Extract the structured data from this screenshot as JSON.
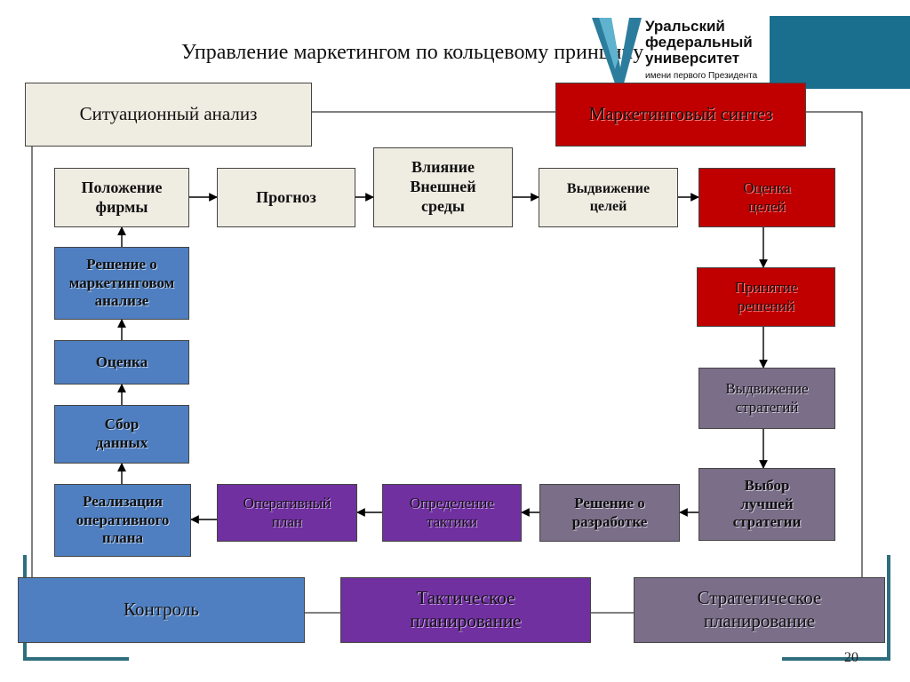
{
  "slide": {
    "title": "Управление маркетингом по кольцевому принципу",
    "page_number": "20"
  },
  "logo": {
    "line1": "Уральский",
    "line2": "федеральный",
    "line3": "университет",
    "line4": "имени первого Президента"
  },
  "nodes": {
    "situational_analysis": "Ситуационный анализ",
    "marketing_synthesis": "Маркетинговый синтез",
    "firm_position": "Положение\nфирмы",
    "forecast": "Прогноз",
    "external_impact": "Влияние\nВнешней\nсреды",
    "goal_setting": "Выдвижение\nцелей",
    "goal_evaluation": "Оценка\nцелей",
    "decision_making": "Принятие\nрешений",
    "strategy_proposal": "Выдвижение\nстратегий",
    "best_strategy": "Выбор\nлучшей\nстратегии",
    "development_decision": "Решение о\nразработке",
    "tactics_definition": "Определение\nтактики",
    "operational_plan": "Оперативный\nплан",
    "plan_implementation": "Реализация\nоперативного\nплана",
    "data_collection": "Сбор\nданных",
    "assessment": "Оценка",
    "marketing_analysis_decision": "Решение о\nмаркетинговом\nанализе",
    "control": "Контроль",
    "tactical_planning": "Тактическое\nпланирование",
    "strategic_planning": "Стратегическое\nпланирование"
  },
  "colors": {
    "beige": "#efece2",
    "red": "#c00000",
    "blue": "#4f7fc0",
    "purple": "#7030a0",
    "gray_violet": "#7a6e88",
    "frame_teal": "#2e6e7e"
  }
}
